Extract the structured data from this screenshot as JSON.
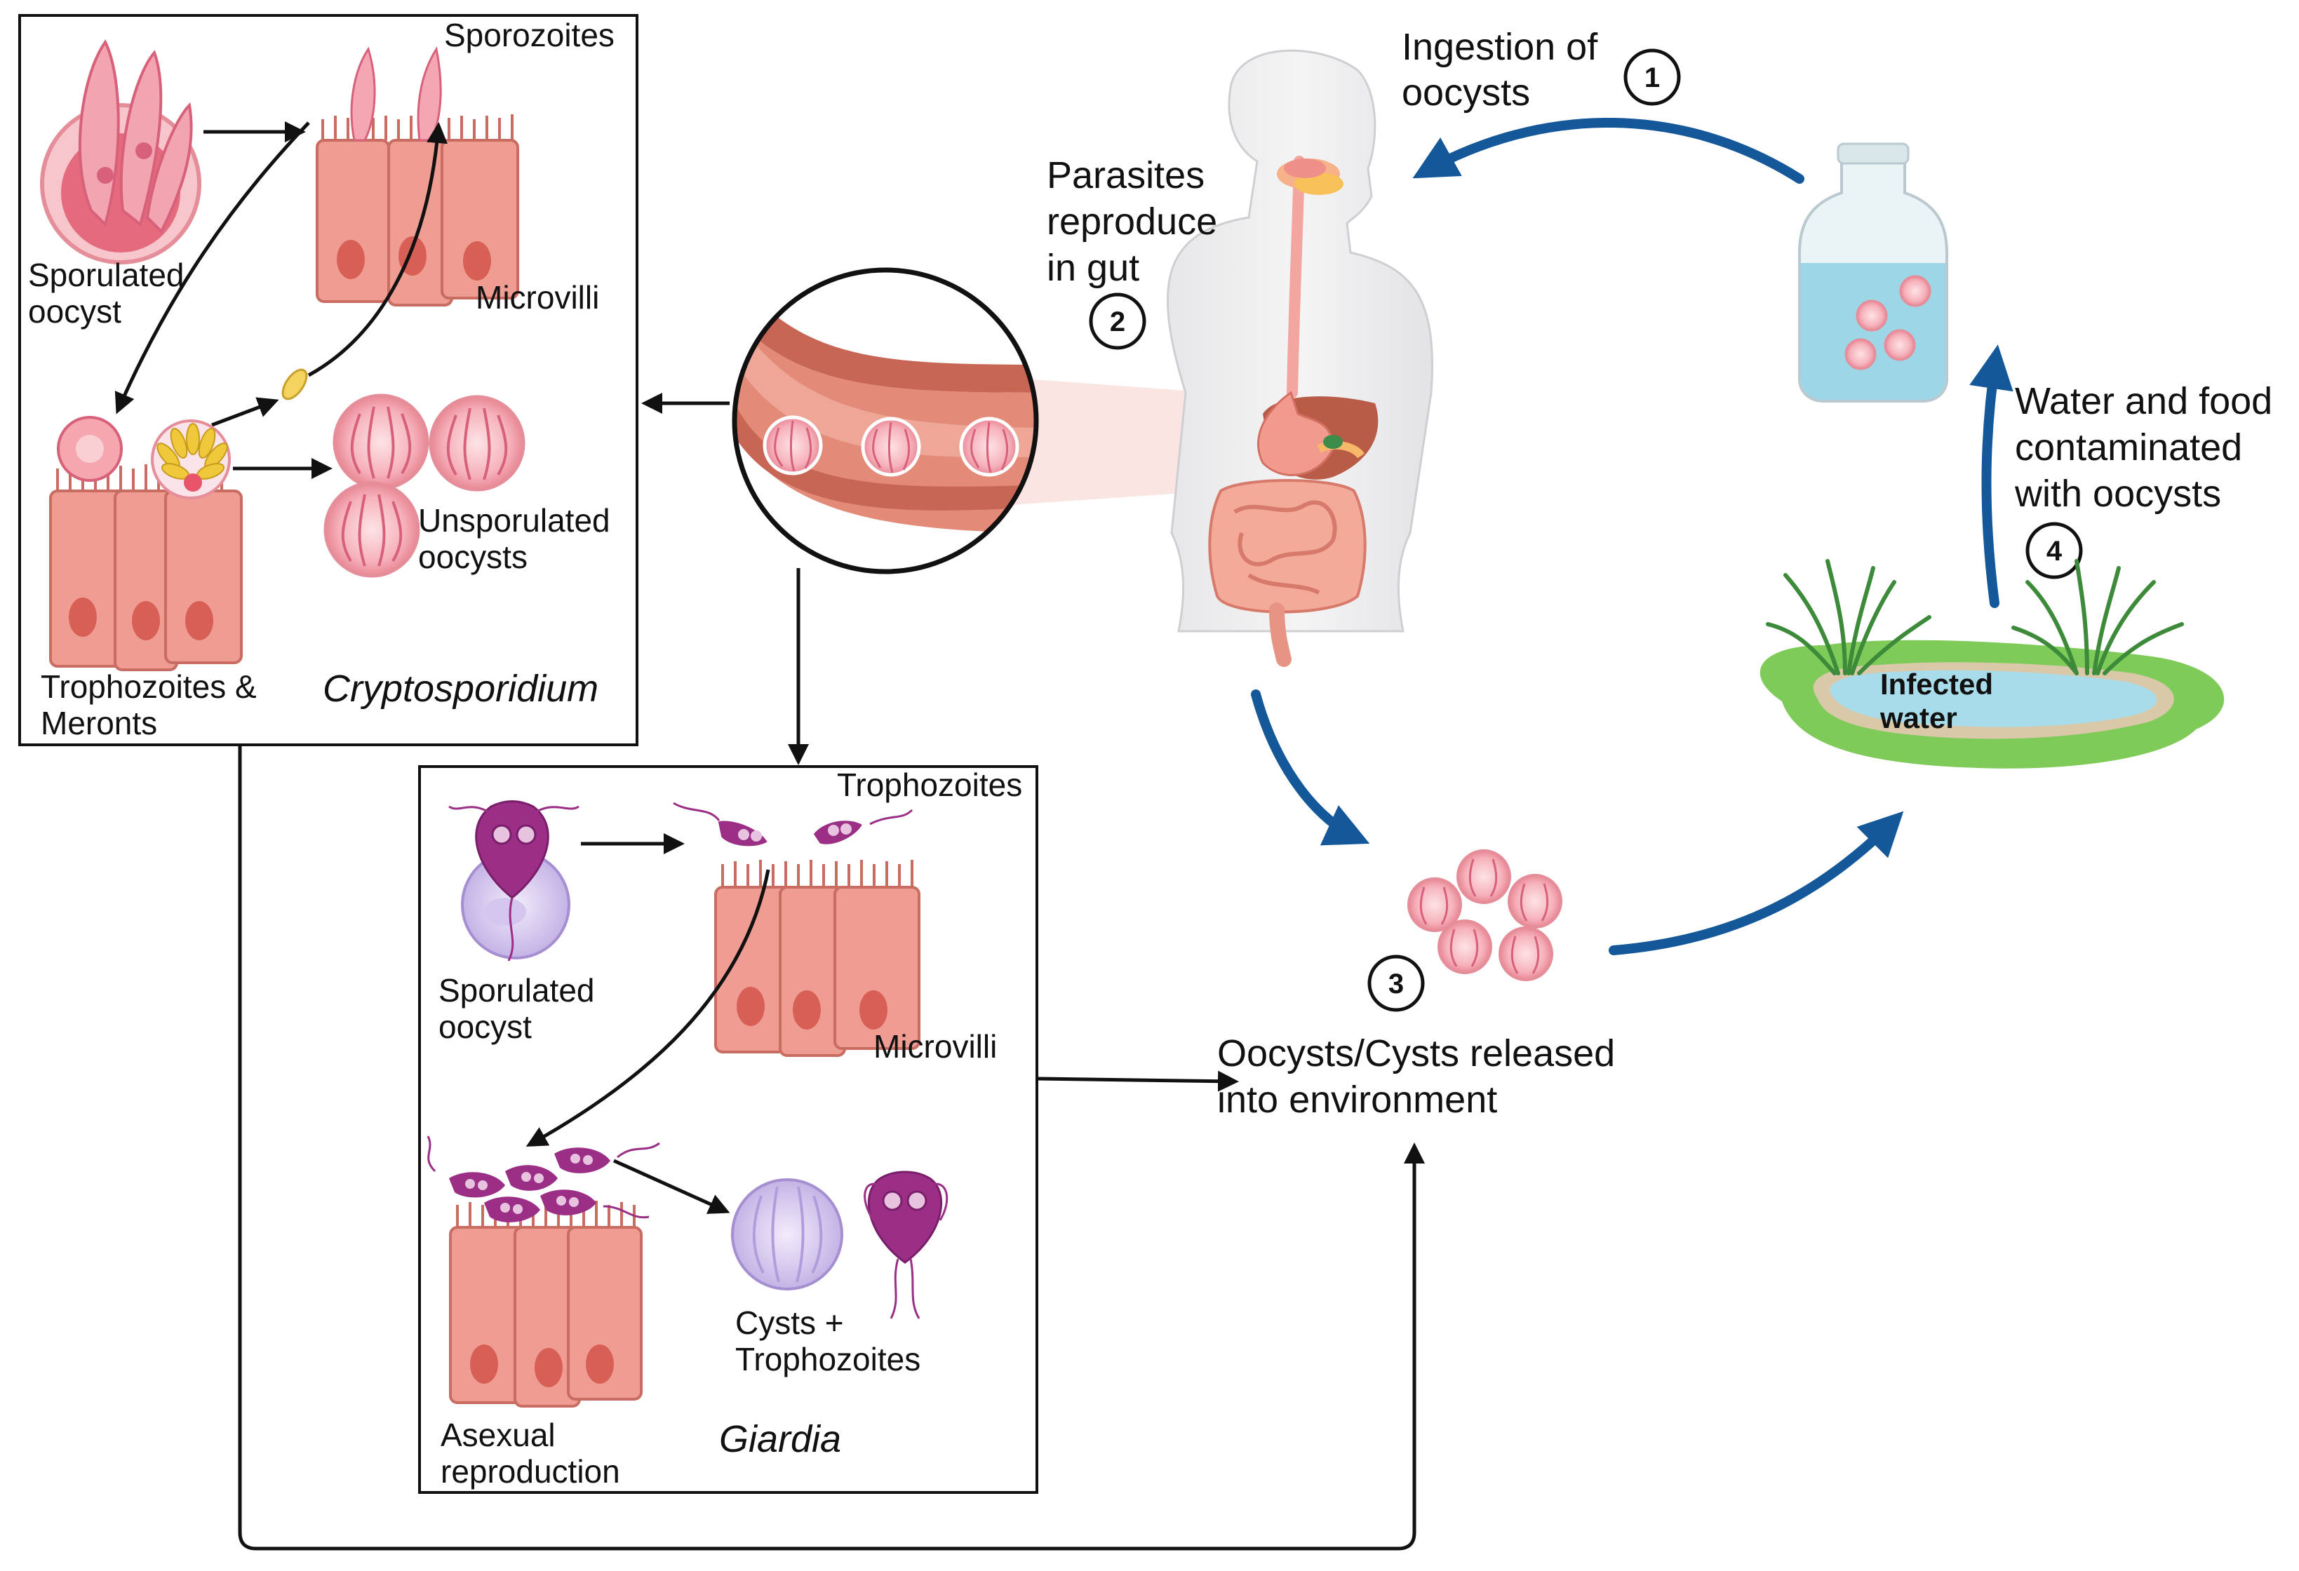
{
  "crypto": {
    "sporozoites": "Sporozoites",
    "sporulated_line1": "Sporulated",
    "sporulated_line2": "oocyst",
    "microvilli": "Microvilli",
    "unsporulated_line1": "Unsporulated",
    "unsporulated_line2": "oocysts",
    "trophozoites_line1": "Trophozoites &",
    "trophozoites_line2": "Meronts",
    "name": "Cryptosporidium"
  },
  "giardia": {
    "trophozoites": "Trophozoites",
    "sporulated_line1": "Sporulated",
    "sporulated_line2": "oocyst",
    "microvilli": "Microvilli",
    "asexual_line1": "Asexual",
    "asexual_line2": "reproduction",
    "cysts_line1": "Cysts +",
    "cysts_line2": "Trophozoites",
    "name": "Giardia"
  },
  "cycle": {
    "step1_num": "1",
    "step1_line1": "Ingestion of",
    "step1_line2": "oocysts",
    "step2_num": "2",
    "step2_line1": "Parasites",
    "step2_line2": "reproduce",
    "step2_line3": "in gut",
    "step3_num": "3",
    "step3_line1": "Oocysts/Cysts released",
    "step3_line2": "into environment",
    "step4_num": "4",
    "step4_line1": "Water and food",
    "step4_line2": "contaminated",
    "step4_line3": "with oocysts",
    "water_line1": "Infected",
    "water_line2": "water"
  },
  "colors": {
    "cycle_arrow": "#14589a",
    "cell_fill": "#ef9c92",
    "giardia_purple": "#9b2f86",
    "water": "#a9dcea",
    "grass": "#3d8a3a"
  }
}
